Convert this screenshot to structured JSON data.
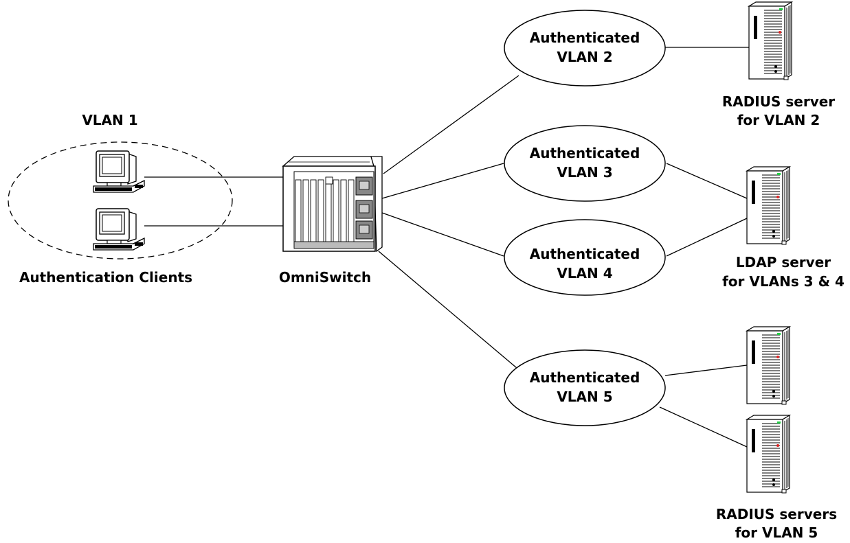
{
  "vlan1_group": {
    "title": "VLAN 1",
    "caption": "Authentication Clients"
  },
  "switch": {
    "label": "OmniSwitch"
  },
  "vlans": [
    {
      "line1": "Authenticated",
      "line2": "VLAN 2"
    },
    {
      "line1": "Authenticated",
      "line2": "VLAN 3"
    },
    {
      "line1": "Authenticated",
      "line2": "VLAN 4"
    },
    {
      "line1": "Authenticated",
      "line2": "VLAN 5"
    }
  ],
  "servers": [
    {
      "line1": "RADIUS server",
      "line2": "for VLAN 2"
    },
    {
      "line1": "LDAP server",
      "line2": "for VLANs 3 & 4"
    },
    {
      "line1": "RADIUS servers",
      "line2": "for VLAN 5"
    }
  ],
  "colors": {
    "led_green": "#22cc44",
    "led_red": "#dd2222"
  },
  "icons": {
    "client": "workstation-icon",
    "switch": "chassis-switch-icon",
    "server": "tower-server-icon"
  }
}
